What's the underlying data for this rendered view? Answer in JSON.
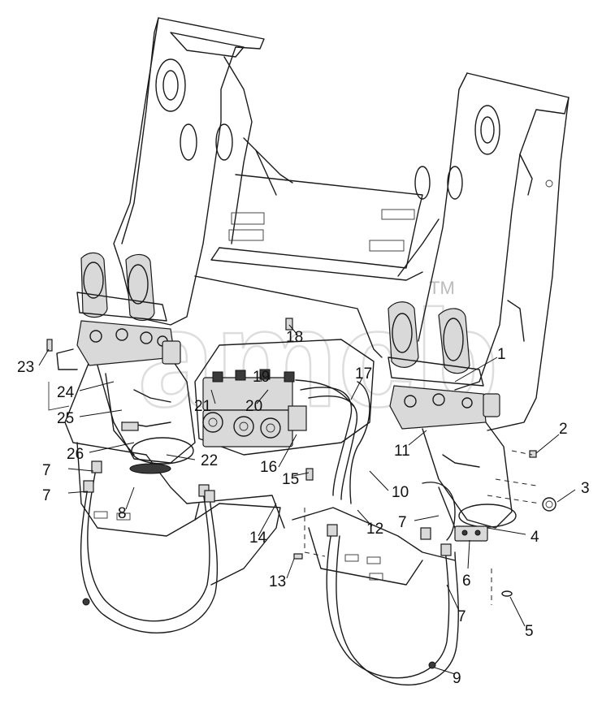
{
  "watermark": {
    "text": "amcb",
    "tm": "TM"
  },
  "callouts": [
    {
      "id": "c1",
      "label": "1"
    },
    {
      "id": "c2",
      "label": "2"
    },
    {
      "id": "c3",
      "label": "3"
    },
    {
      "id": "c4",
      "label": "4"
    },
    {
      "id": "c5",
      "label": "5"
    },
    {
      "id": "c6",
      "label": "6"
    },
    {
      "id": "c7a",
      "label": "7"
    },
    {
      "id": "c7b",
      "label": "7"
    },
    {
      "id": "c7c",
      "label": "7"
    },
    {
      "id": "c7d",
      "label": "7"
    },
    {
      "id": "c8",
      "label": "8"
    },
    {
      "id": "c9",
      "label": "9"
    },
    {
      "id": "c10",
      "label": "10"
    },
    {
      "id": "c11",
      "label": "11"
    },
    {
      "id": "c12",
      "label": "12"
    },
    {
      "id": "c13",
      "label": "13"
    },
    {
      "id": "c14",
      "label": "14"
    },
    {
      "id": "c15",
      "label": "15"
    },
    {
      "id": "c16",
      "label": "16"
    },
    {
      "id": "c17",
      "label": "17"
    },
    {
      "id": "c18",
      "label": "18"
    },
    {
      "id": "c19",
      "label": "19"
    },
    {
      "id": "c20",
      "label": "20"
    },
    {
      "id": "c21",
      "label": "21"
    },
    {
      "id": "c22",
      "label": "22"
    },
    {
      "id": "c23",
      "label": "23"
    },
    {
      "id": "c24",
      "label": "24"
    },
    {
      "id": "c25",
      "label": "25"
    },
    {
      "id": "c26",
      "label": "26"
    }
  ]
}
